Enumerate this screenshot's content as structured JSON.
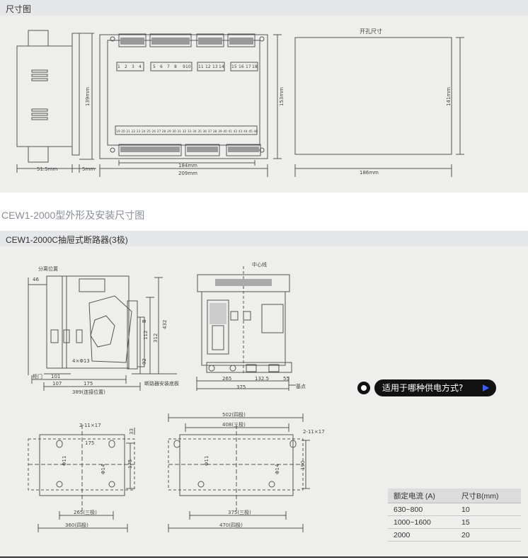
{
  "section1": {
    "band_title": "尺寸图",
    "dims": {
      "width_side": "51.5mm",
      "depth_5": "5mm",
      "height_side": "139mm",
      "inner_width": "184mm",
      "outer_width": "209mm",
      "height_front": "153mm",
      "cutout_title": "开孔尺寸",
      "cutout_height": "141mm",
      "cutout_width": "186mm"
    },
    "terminals_top": [
      "1",
      "2",
      "3",
      "4",
      "5",
      "6",
      "7",
      "8",
      "9",
      "10",
      "11",
      "12",
      "13",
      "14",
      "15",
      "16",
      "17",
      "18"
    ],
    "terminals_bottom": [
      "19",
      "20",
      "21",
      "22",
      "23",
      "24",
      "25",
      "26",
      "27",
      "28",
      "29",
      "30",
      "31",
      "32",
      "33",
      "34",
      "35",
      "36",
      "37",
      "38",
      "39",
      "40",
      "41",
      "42",
      "43",
      "44",
      "45",
      "46"
    ]
  },
  "section2": {
    "heading": "CEW1-2000型外形及安装尺寸图",
    "band_title": "CEW1-2000C抽屉式断路器(3极)",
    "labels": {
      "separation": "分离位置",
      "center_line": "中心线",
      "door": "柜门",
      "base": "断路器安装底板",
      "datum": "基点",
      "hole4": "4×Φ13",
      "holes2_left": "2-11×17",
      "holes2_right": "2-11×17",
      "phi11_a": "Φ11",
      "phi14_a": "Φ14",
      "phi11_b": "Φ11",
      "phi14_b": "Φ14"
    },
    "dims": {
      "d46": "46",
      "d101": "101",
      "d107": "107",
      "d175": "175",
      "d389": "389(连接位置)",
      "d432": "432",
      "d312": "312",
      "d112": "112",
      "dB": "B",
      "d92": "92",
      "d265": "265",
      "d1325": "132.5",
      "d55": "55",
      "d375": "375",
      "p33": "33",
      "p175v": "175",
      "p175h": "175",
      "p265": "265(三极)",
      "p360": "360(四极)",
      "q502": "502(四极)",
      "q408": "408(三极)",
      "q190": "190",
      "q375": "375(三极)",
      "q470": "470(四极)"
    },
    "pill_text": "适用于哪种供电方式?",
    "table": {
      "headers": [
        "额定电流 (A)",
        "尺寸B(mm)"
      ],
      "rows": [
        [
          "630~800",
          "10"
        ],
        [
          "1000~1600",
          "15"
        ],
        [
          "2000",
          "20"
        ]
      ]
    }
  }
}
